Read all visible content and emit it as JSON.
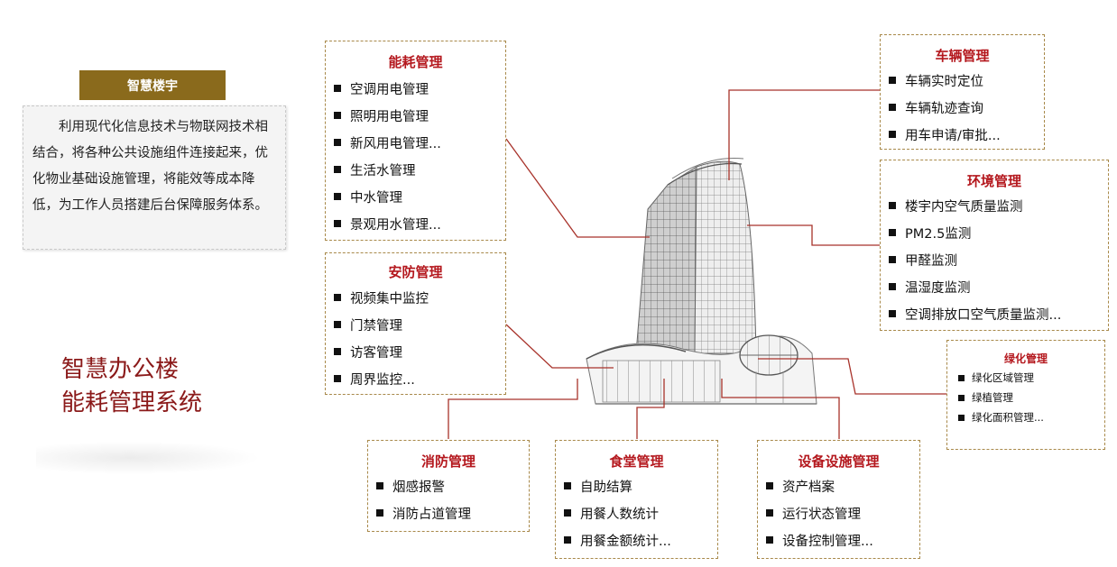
{
  "intro": {
    "badge": "智慧楼宇",
    "text": "利用现代化信息技术与物联网技术相结合，将各种公共设施组件连接起来，优化物业基础设施管理，将能效等成本降低，为工作人员搭建后台保障服务体系。"
  },
  "main_title": {
    "line1": "智慧办公楼",
    "line2": "能耗管理系统"
  },
  "colors": {
    "panel_border": "#a8894a",
    "title_red": "#b4171d",
    "connector": "#a8322a",
    "badge_bg": "#8a6a1c",
    "main_title": "#8b1a1a"
  },
  "panels": {
    "energy": {
      "title": "能耗管理",
      "items": [
        "空调用电管理",
        "照明用电管理",
        "新风用电管理...",
        "生活水管理",
        "中水管理",
        "景观用水管理..."
      ]
    },
    "security": {
      "title": "安防管理",
      "items": [
        "视频集中监控",
        "门禁管理",
        "访客管理",
        "周界监控..."
      ]
    },
    "vehicle": {
      "title": "车辆管理",
      "items": [
        "车辆实时定位",
        "车辆轨迹查询",
        "用车申请/审批..."
      ]
    },
    "environment": {
      "title": "环境管理",
      "items": [
        "楼宇内空气质量监测",
        "PM2.5监测",
        "甲醛监测",
        "温湿度监测",
        "空调排放口空气质量监测..."
      ]
    },
    "greening": {
      "title": "绿化管理",
      "items": [
        "绿化区域管理",
        "绿植管理",
        "绿化面积管理..."
      ]
    },
    "fire": {
      "title": "消防管理",
      "items": [
        "烟感报警",
        "消防占道管理"
      ]
    },
    "canteen": {
      "title": "食堂管理",
      "items": [
        "自助结算",
        "用餐人数统计",
        "用餐金额统计..."
      ]
    },
    "equipment": {
      "title": "设备设施管理",
      "items": [
        "资产档案",
        "运行状态管理",
        "设备控制管理..."
      ]
    }
  }
}
